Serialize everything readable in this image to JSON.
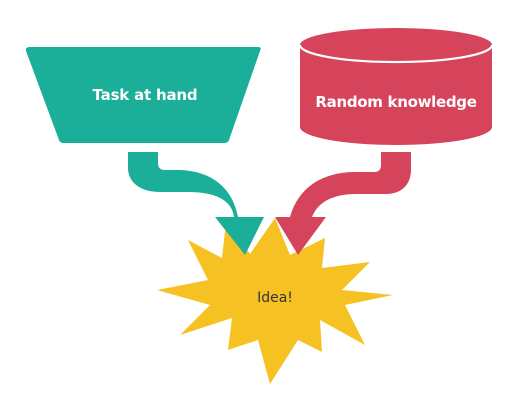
{
  "nodes": {
    "task": {
      "label": "Task at hand"
    },
    "knowledge": {
      "label": "Random knowledge"
    },
    "idea": {
      "label": "Idea!"
    }
  },
  "colors": {
    "task": "#1bae98",
    "knowledge": "#d6445c",
    "idea": "#f6c223",
    "idea_text": "#333333",
    "node_text": "#ffffff"
  }
}
